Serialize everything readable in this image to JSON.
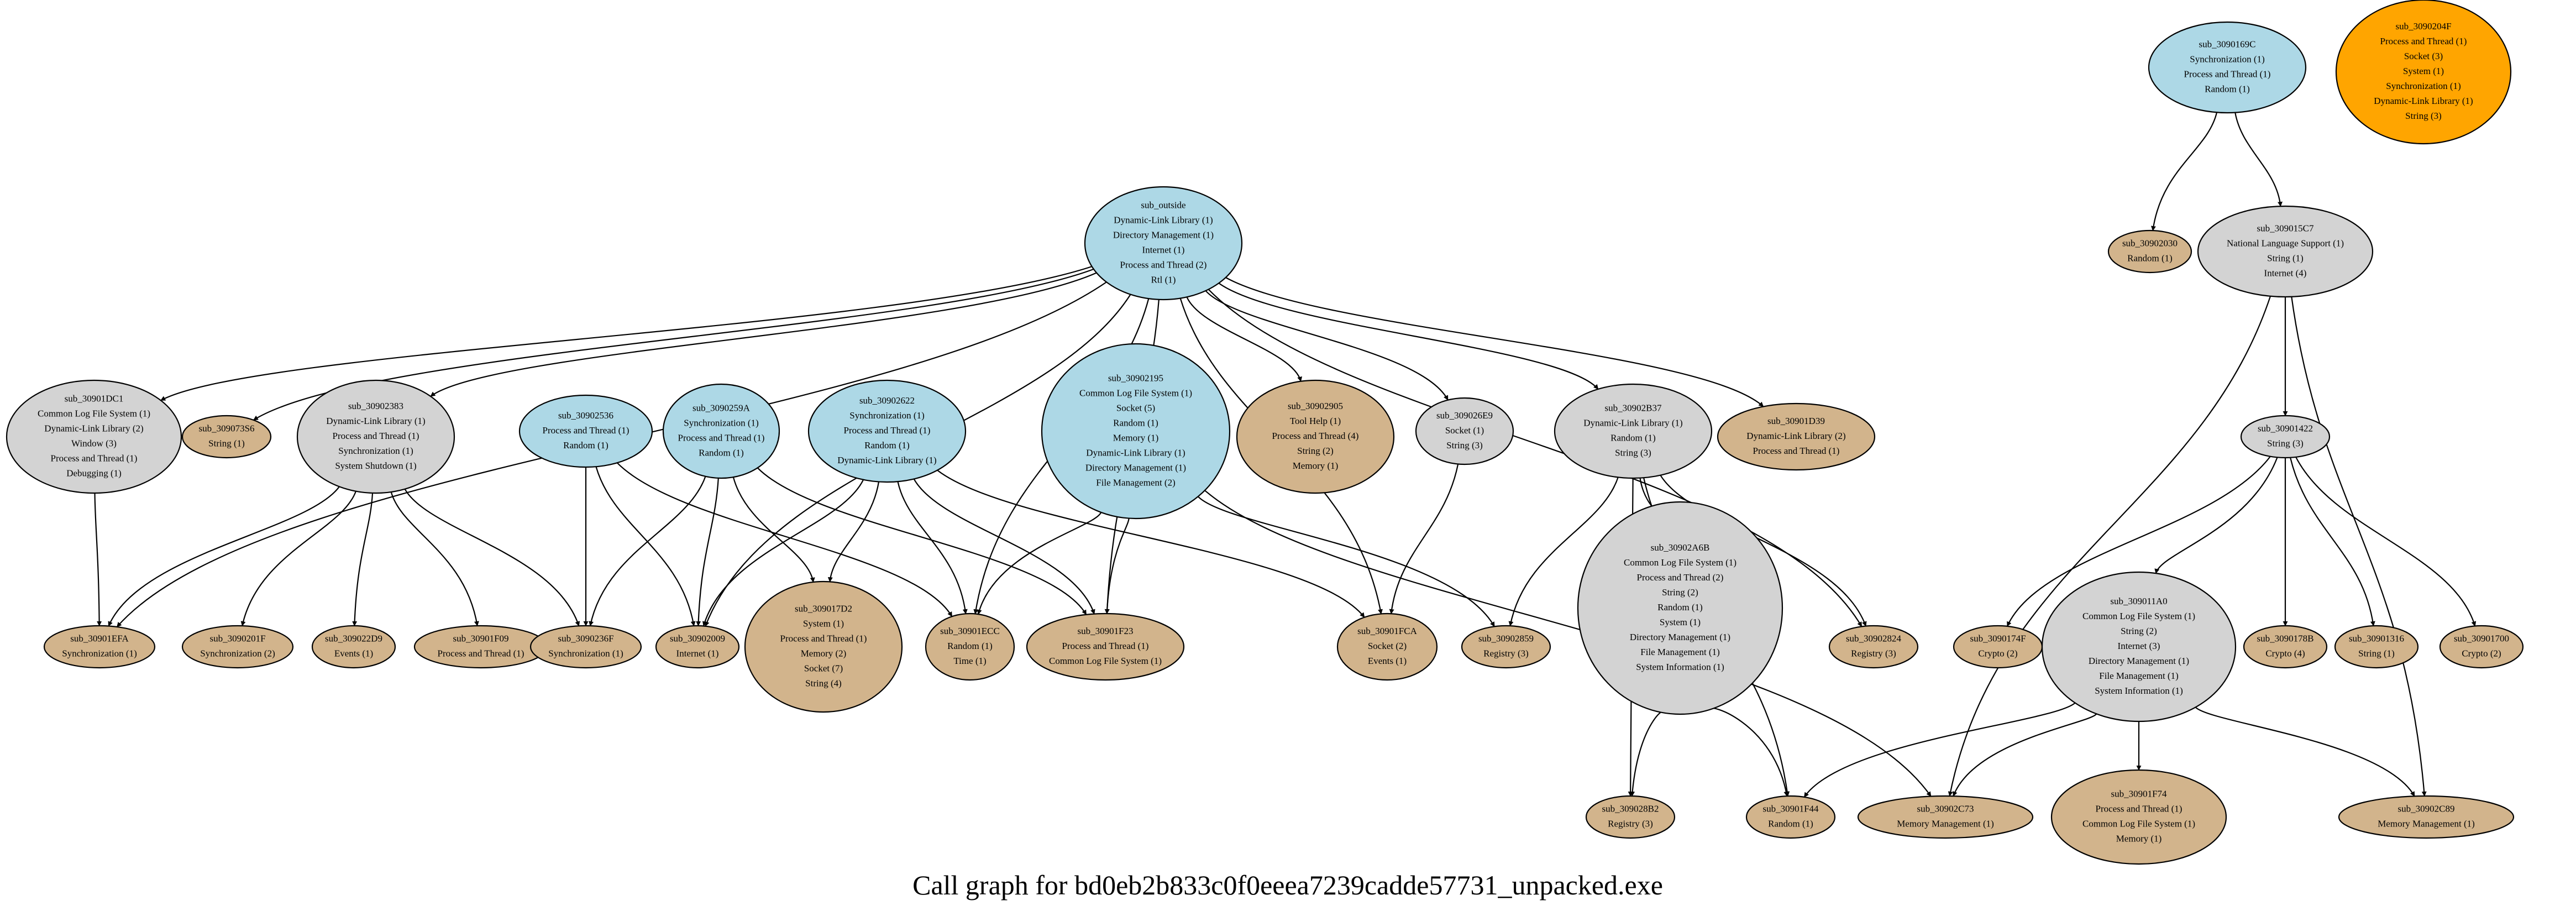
{
  "title": "Call graph for bd0eb2b833c0f0eeea7239cadde57731_unpacked.exe",
  "colors": {
    "blue": "#add8e6",
    "gray": "#d3d3d3",
    "tan": "#d2b48c",
    "orange": "#ffa500"
  },
  "nodes": [
    {
      "id": "sub_outside",
      "color": "blue",
      "lines": [
        "sub_outside",
        "Dynamic-Link Library (1)",
        "Directory Management (1)",
        "Internet (1)",
        "Process and Thread (2)",
        "Rtl (1)"
      ]
    },
    {
      "id": "sub_30901DC1",
      "color": "gray",
      "lines": [
        "sub_30901DC1",
        "Common Log File System (1)",
        "Dynamic-Link Library (2)",
        "Window (3)",
        "Process and Thread (1)",
        "Debugging (1)"
      ]
    },
    {
      "id": "sub_309073S6",
      "color": "tan",
      "lines": [
        "sub_309073S6",
        "String (1)"
      ]
    },
    {
      "id": "sub_30902383",
      "color": "gray",
      "lines": [
        "sub_30902383",
        "Dynamic-Link Library (1)",
        "Process and Thread (1)",
        "Synchronization (1)",
        "System Shutdown (1)"
      ]
    },
    {
      "id": "sub_30902536",
      "color": "blue",
      "lines": [
        "sub_30902536",
        "Process and Thread (1)",
        "Random (1)"
      ]
    },
    {
      "id": "sub_3090259A",
      "color": "blue",
      "lines": [
        "sub_3090259A",
        "Synchronization (1)",
        "Process and Thread (1)",
        "Random (1)"
      ]
    },
    {
      "id": "sub_30902622",
      "color": "blue",
      "lines": [
        "sub_30902622",
        "Synchronization (1)",
        "Process and Thread (1)",
        "Random (1)",
        "Dynamic-Link Library (1)"
      ]
    },
    {
      "id": "sub_30902195",
      "color": "blue",
      "lines": [
        "sub_30902195",
        "Common Log File System (1)",
        "Socket (5)",
        "Random (1)",
        "Memory (1)",
        "Dynamic-Link Library (1)",
        "Directory Management (1)",
        "File Management (2)"
      ]
    },
    {
      "id": "sub_30902905",
      "color": "tan",
      "lines": [
        "sub_30902905",
        "Tool Help (1)",
        "Process and Thread (4)",
        "String (2)",
        "Memory (1)"
      ]
    },
    {
      "id": "sub_309026E9",
      "color": "gray",
      "lines": [
        "sub_309026E9",
        "Socket (1)",
        "String (3)"
      ]
    },
    {
      "id": "sub_30902B37",
      "color": "gray",
      "lines": [
        "sub_30902B37",
        "Dynamic-Link Library (1)",
        "Random (1)",
        "String (3)"
      ]
    },
    {
      "id": "sub_30901D39",
      "color": "tan",
      "lines": [
        "sub_30901D39",
        "Dynamic-Link Library (2)",
        "Process and Thread (1)"
      ]
    },
    {
      "id": "sub_3090169C",
      "color": "blue",
      "lines": [
        "sub_3090169C",
        "Synchronization (1)",
        "Process and Thread (1)",
        "Random (1)"
      ]
    },
    {
      "id": "sub_3090204F",
      "color": "orange",
      "lines": [
        "sub_3090204F",
        "Process and Thread (1)",
        "Socket (3)",
        "System (1)",
        "Synchronization (1)",
        "Dynamic-Link Library (1)",
        "String (3)"
      ]
    },
    {
      "id": "sub_30902030",
      "color": "tan",
      "lines": [
        "sub_30902030",
        "Random (1)"
      ]
    },
    {
      "id": "sub_309015C7",
      "color": "gray",
      "lines": [
        "sub_309015C7",
        "National Language Support (1)",
        "String (1)",
        "Internet (4)"
      ]
    },
    {
      "id": "sub_30901422",
      "color": "gray",
      "lines": [
        "sub_30901422",
        "String (3)"
      ]
    },
    {
      "id": "sub_30901EFA",
      "color": "tan",
      "lines": [
        "sub_30901EFA",
        "Synchronization (1)"
      ]
    },
    {
      "id": "sub_3090201F",
      "color": "tan",
      "lines": [
        "sub_3090201F",
        "Synchronization (2)"
      ]
    },
    {
      "id": "sub_309022D9",
      "color": "tan",
      "lines": [
        "sub_309022D9",
        "Events (1)"
      ]
    },
    {
      "id": "sub_30901F09",
      "color": "tan",
      "lines": [
        "sub_30901F09",
        "Process and Thread (1)"
      ]
    },
    {
      "id": "sub_3090236F",
      "color": "tan",
      "lines": [
        "sub_3090236F",
        "Synchronization (1)"
      ]
    },
    {
      "id": "sub_30902009",
      "color": "tan",
      "lines": [
        "sub_30902009",
        "Internet (1)"
      ]
    },
    {
      "id": "sub_309017D2",
      "color": "tan",
      "lines": [
        "sub_309017D2",
        "System (1)",
        "Process and Thread (1)",
        "Memory (2)",
        "Socket (7)",
        "String (4)"
      ]
    },
    {
      "id": "sub_30901ECC",
      "color": "tan",
      "lines": [
        "sub_30901ECC",
        "Random (1)",
        "Time (1)"
      ]
    },
    {
      "id": "sub_30901F23",
      "color": "tan",
      "lines": [
        "sub_30901F23",
        "Process and Thread (1)",
        "Common Log File System (1)"
      ]
    },
    {
      "id": "sub_30901FCA",
      "color": "tan",
      "lines": [
        "sub_30901FCA",
        "Socket (2)",
        "Events (1)"
      ]
    },
    {
      "id": "sub_30902859",
      "color": "tan",
      "lines": [
        "sub_30902859",
        "Registry (3)"
      ]
    },
    {
      "id": "sub_30902A6B",
      "color": "gray",
      "lines": [
        "sub_30902A6B",
        "Common Log File System (1)",
        "Process and Thread (2)",
        "String (2)",
        "Random (1)",
        "System (1)",
        "Directory Management (1)",
        "File Management (1)",
        "System Information (1)"
      ]
    },
    {
      "id": "sub_30902824",
      "color": "tan",
      "lines": [
        "sub_30902824",
        "Registry (3)"
      ]
    },
    {
      "id": "sub_3090174F",
      "color": "tan",
      "lines": [
        "sub_3090174F",
        "Crypto (2)"
      ]
    },
    {
      "id": "sub_309011A0",
      "color": "gray",
      "lines": [
        "sub_309011A0",
        "Common Log File System (1)",
        "String (2)",
        "Internet (3)",
        "Directory Management (1)",
        "File Management (1)",
        "System Information (1)"
      ]
    },
    {
      "id": "sub_3090178B",
      "color": "tan",
      "lines": [
        "sub_3090178B",
        "Crypto (4)"
      ]
    },
    {
      "id": "sub_30901316",
      "color": "tan",
      "lines": [
        "sub_30901316",
        "String (1)"
      ]
    },
    {
      "id": "sub_30901700",
      "color": "tan",
      "lines": [
        "sub_30901700",
        "Crypto (2)"
      ]
    },
    {
      "id": "sub_309028B2",
      "color": "tan",
      "lines": [
        "sub_309028B2",
        "Registry (3)"
      ]
    },
    {
      "id": "sub_30901F44",
      "color": "tan",
      "lines": [
        "sub_30901F44",
        "Random (1)"
      ]
    },
    {
      "id": "sub_30902C73",
      "color": "tan",
      "lines": [
        "sub_30902C73",
        "Memory Management (1)"
      ]
    },
    {
      "id": "sub_30901F74",
      "color": "tan",
      "lines": [
        "sub_30901F74",
        "Process and Thread (1)",
        "Common Log File System (1)",
        "Memory (1)"
      ]
    },
    {
      "id": "sub_30902C89",
      "color": "tan",
      "lines": [
        "sub_30902C89",
        "Memory Management (1)"
      ]
    }
  ],
  "edges": [
    [
      "sub_outside",
      "sub_30901DC1"
    ],
    [
      "sub_outside",
      "sub_309073S6"
    ],
    [
      "sub_outside",
      "sub_30902383"
    ],
    [
      "sub_outside",
      "sub_30901EFA"
    ],
    [
      "sub_outside",
      "sub_30902009"
    ],
    [
      "sub_outside",
      "sub_30901ECC"
    ],
    [
      "sub_outside",
      "sub_30901F23"
    ],
    [
      "sub_outside",
      "sub_30902905"
    ],
    [
      "sub_outside",
      "sub_309026E9"
    ],
    [
      "sub_outside",
      "sub_30901FCA"
    ],
    [
      "sub_outside",
      "sub_30902B37"
    ],
    [
      "sub_outside",
      "sub_30901D39"
    ],
    [
      "sub_outside",
      "sub_30902824"
    ],
    [
      "sub_30901DC1",
      "sub_30901EFA"
    ],
    [
      "sub_30902383",
      "sub_30901EFA"
    ],
    [
      "sub_30902383",
      "sub_3090201F"
    ],
    [
      "sub_30902383",
      "sub_309022D9"
    ],
    [
      "sub_30902383",
      "sub_30901F09"
    ],
    [
      "sub_30902383",
      "sub_3090236F"
    ],
    [
      "sub_30902536",
      "sub_3090236F"
    ],
    [
      "sub_30902536",
      "sub_30902009"
    ],
    [
      "sub_30902536",
      "sub_30901ECC"
    ],
    [
      "sub_3090259A",
      "sub_3090236F"
    ],
    [
      "sub_3090259A",
      "sub_30902009"
    ],
    [
      "sub_3090259A",
      "sub_309017D2"
    ],
    [
      "sub_3090259A",
      "sub_30901F23"
    ],
    [
      "sub_30902622",
      "sub_30902009"
    ],
    [
      "sub_30902622",
      "sub_309017D2"
    ],
    [
      "sub_30902622",
      "sub_30901ECC"
    ],
    [
      "sub_30902622",
      "sub_30901F23"
    ],
    [
      "sub_30902622",
      "sub_30901FCA"
    ],
    [
      "sub_30902195",
      "sub_30901ECC"
    ],
    [
      "sub_30902195",
      "sub_30901F23"
    ],
    [
      "sub_30902195",
      "sub_30902859"
    ],
    [
      "sub_30902195",
      "sub_30902C73"
    ],
    [
      "sub_309026E9",
      "sub_30901FCA"
    ],
    [
      "sub_30902B37",
      "sub_30902859"
    ],
    [
      "sub_30902B37",
      "sub_30902A6B"
    ],
    [
      "sub_30902B37",
      "sub_30902824"
    ],
    [
      "sub_30902B37",
      "sub_309028B2"
    ],
    [
      "sub_30902B37",
      "sub_30901F44"
    ],
    [
      "sub_30902A6B",
      "sub_309028B2"
    ],
    [
      "sub_30902A6B",
      "sub_30901F44"
    ],
    [
      "sub_3090169C",
      "sub_30902030"
    ],
    [
      "sub_3090169C",
      "sub_309015C7"
    ],
    [
      "sub_309015C7",
      "sub_30901422"
    ],
    [
      "sub_309015C7",
      "sub_30902C73"
    ],
    [
      "sub_309015C7",
      "sub_30902C89"
    ],
    [
      "sub_30901422",
      "sub_3090174F"
    ],
    [
      "sub_30901422",
      "sub_309011A0"
    ],
    [
      "sub_30901422",
      "sub_3090178B"
    ],
    [
      "sub_30901422",
      "sub_30901316"
    ],
    [
      "sub_30901422",
      "sub_30901700"
    ],
    [
      "sub_309011A0",
      "sub_30901F44"
    ],
    [
      "sub_309011A0",
      "sub_30902C73"
    ],
    [
      "sub_309011A0",
      "sub_30901F74"
    ],
    [
      "sub_309011A0",
      "sub_30902C89"
    ]
  ]
}
